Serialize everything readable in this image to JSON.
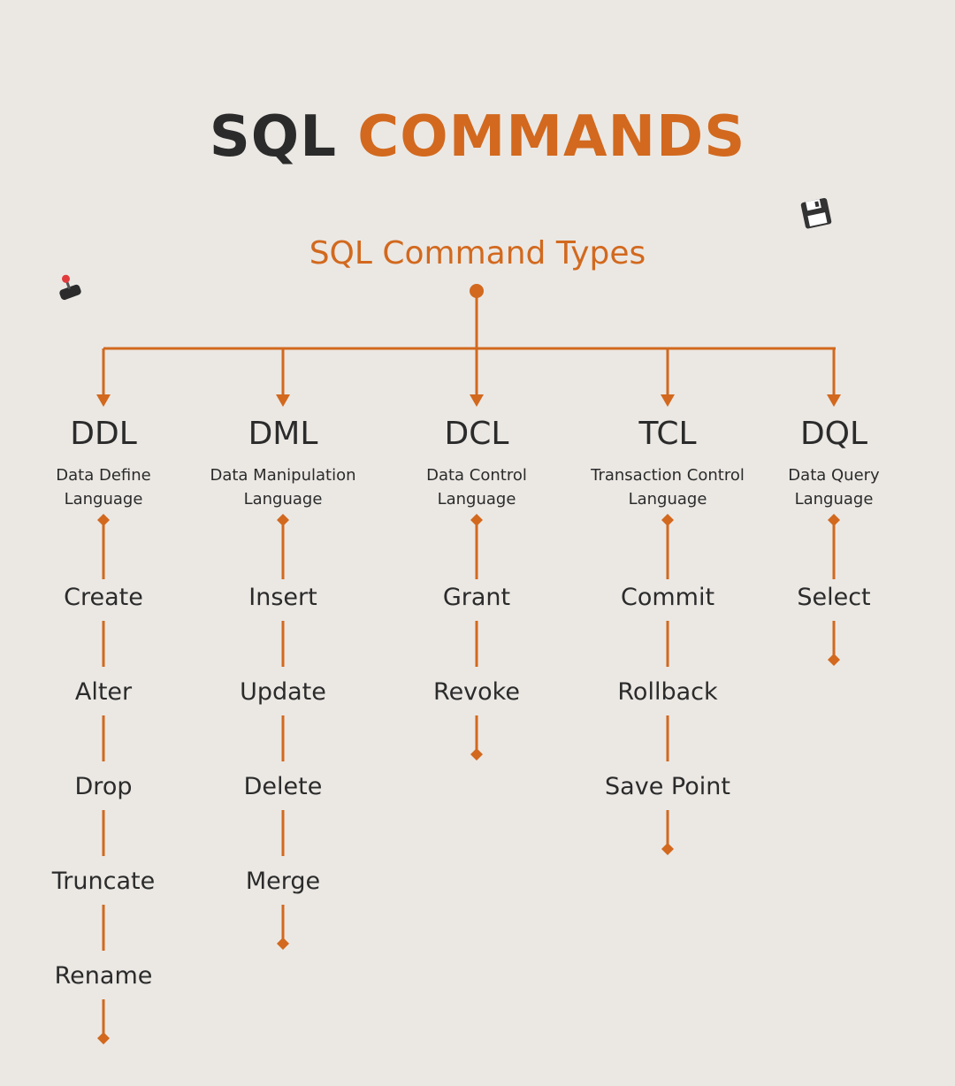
{
  "title": {
    "word1": "SQL",
    "word2": "COMMANDS"
  },
  "subtitle": "SQL Command Types",
  "colors": {
    "accent": "#d2691e",
    "text": "#2b2b2b",
    "background": "#ebe8e4"
  },
  "icons": {
    "top_right": "floppy-disk-icon",
    "left": "joystick-icon"
  },
  "columns": [
    {
      "abbr": "DDL",
      "desc1": "Data Define",
      "desc2": "Language",
      "commands": [
        "Create",
        "Alter",
        "Drop",
        "Truncate",
        "Rename"
      ]
    },
    {
      "abbr": "DML",
      "desc1": "Data Manipulation",
      "desc2": "Language",
      "commands": [
        "Insert",
        "Update",
        "Delete",
        "Merge"
      ]
    },
    {
      "abbr": "DCL",
      "desc1": "Data Control",
      "desc2": "Language",
      "commands": [
        "Grant",
        "Revoke"
      ]
    },
    {
      "abbr": "TCL",
      "desc1": "Transaction Control",
      "desc2": "Language",
      "commands": [
        "Commit",
        "Rollback",
        "Save Point"
      ]
    },
    {
      "abbr": "DQL",
      "desc1": "Data Query",
      "desc2": "Language",
      "commands": [
        "Select"
      ]
    }
  ]
}
